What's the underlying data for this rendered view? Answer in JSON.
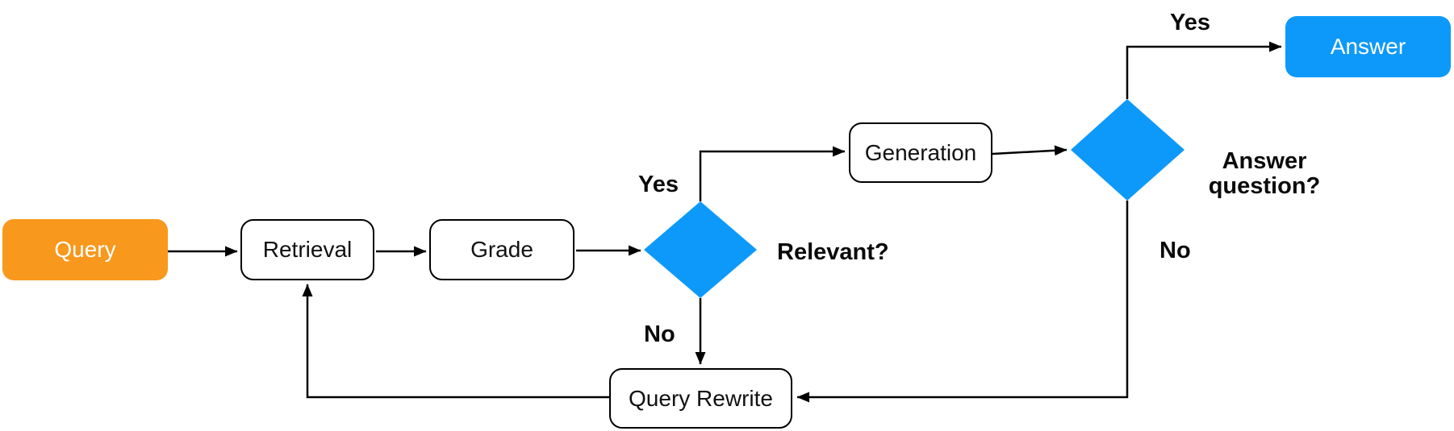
{
  "diagram": {
    "type": "flowchart",
    "description": "Corrective RAG loop flowchart"
  },
  "colors": {
    "accent_orange": "#F8981D",
    "accent_blue": "#0D99FA",
    "line_color": "#000000",
    "node_bg": "#FFFFFF"
  },
  "nodes": {
    "query": {
      "label": "Query"
    },
    "retrieval": {
      "label": "Retrieval"
    },
    "grade": {
      "label": "Grade"
    },
    "generation": {
      "label": "Generation"
    },
    "answer": {
      "label": "Answer"
    },
    "query_rewrite": {
      "label": "Query Rewrite"
    }
  },
  "decisions": {
    "relevant": {
      "label": "Relevant?"
    },
    "answer_question": {
      "label": "Answer question?"
    }
  },
  "edge_labels": {
    "relevant_yes": "Yes",
    "relevant_no": "No",
    "answer_yes": "Yes",
    "answer_no": "No"
  }
}
